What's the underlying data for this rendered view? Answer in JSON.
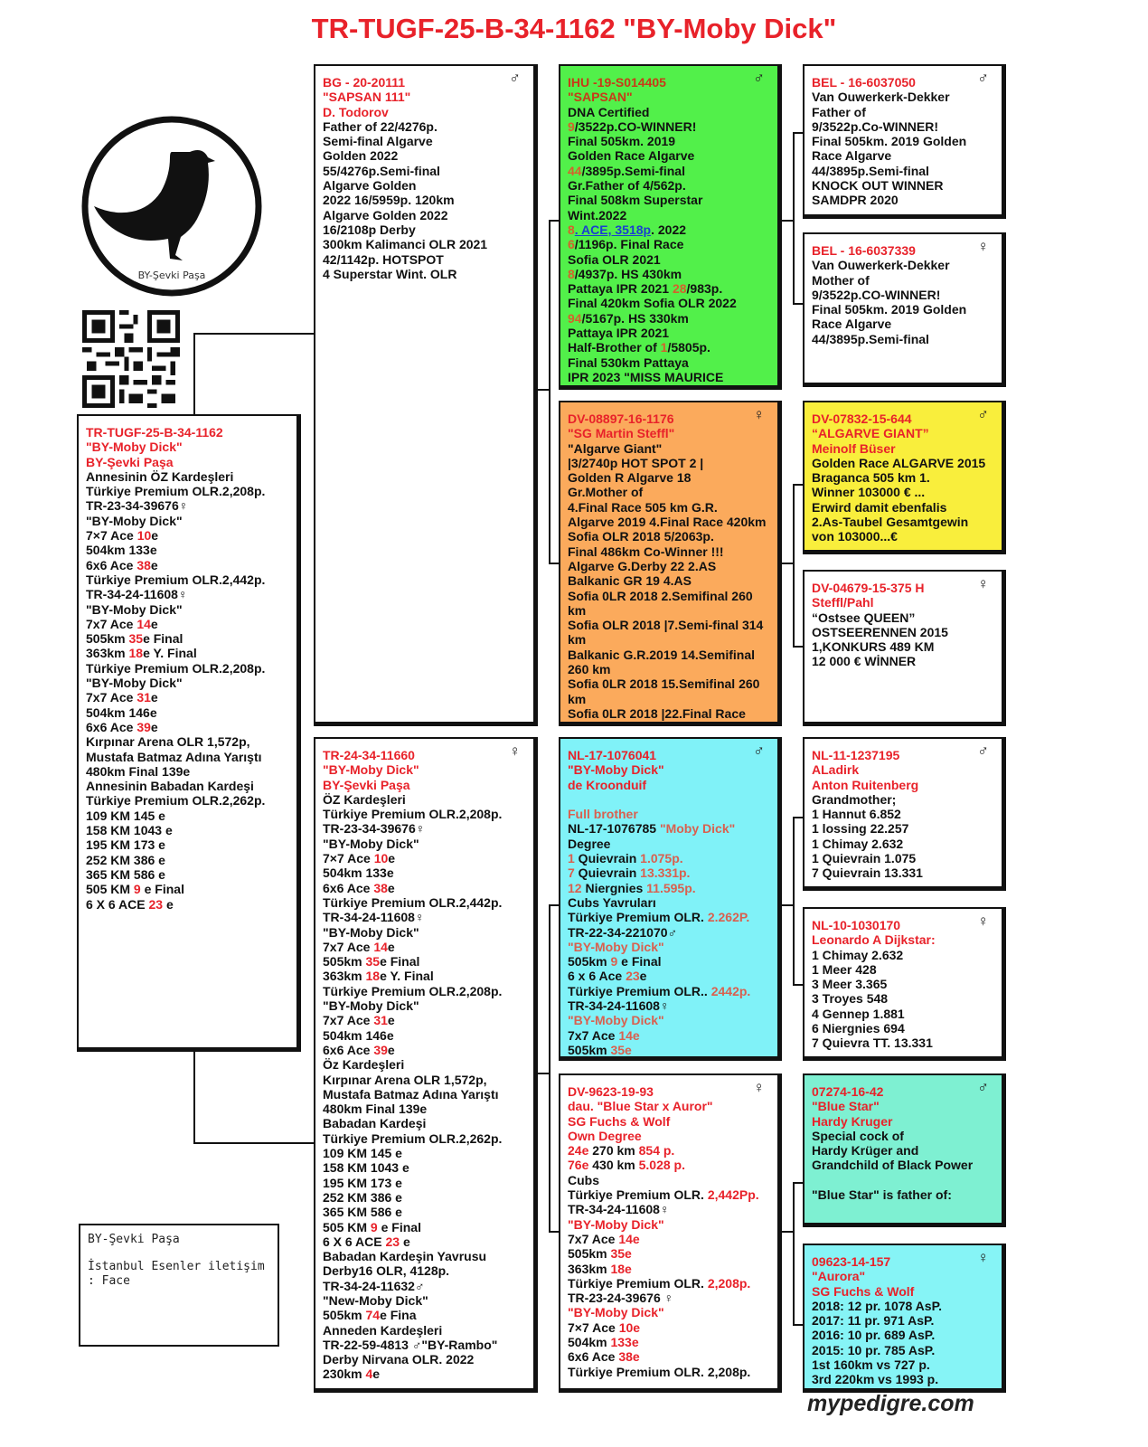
{
  "title": "TR-TUGF-25-B-34-1162  \"BY-Moby Dick\"",
  "logo_text": "BY-Şevki Paşa",
  "info_box": {
    "line1": "BY-Şevki Paşa",
    "line2": "İstanbul Esenler iletişim",
    "line3": ": Face"
  },
  "footer": "mypedigre.com",
  "colors": {
    "red": "#e8222a",
    "green": "#52f04a",
    "orange": "#fbaa5c",
    "cyan": "#80f2f8",
    "yellow": "#f9ee3c",
    "mint": "#7ef0d2"
  },
  "boxes": [
    {
      "id": "subject",
      "sex": "",
      "header": [
        "TR-TUGF-25-B-34-1162",
        "\"BY-Moby Dick\"",
        "BY-Şevki Paşa"
      ],
      "lines": [
        "Annesinin ÖZ Kardeşleri",
        "Türkiye Premium OLR.2,208p.",
        "TR-23-34-39676♀",
        "\"BY-Moby Dick\"",
        [
          "7×7 Ace ",
          {
            "r": "10"
          },
          "e"
        ],
        "504km    133e",
        [
          "6x6 Ace  ",
          {
            "r": "38"
          },
          "e"
        ],
        "Türkiye Premium OLR.2,442p.",
        "TR-34-24-11608♀",
        "\"BY-Moby Dick\"",
        [
          "7x7 Ace ",
          {
            "r": "14"
          },
          "e"
        ],
        [
          "505km    ",
          {
            "r": "35"
          },
          "e Final"
        ],
        [
          "363km    ",
          {
            "r": "18"
          },
          "e Y. Final"
        ],
        "Türkiye Premium OLR.2,208p.",
        "\"BY-Moby Dick\"",
        [
          "7x7 Ace ",
          {
            "r": "31"
          },
          "e"
        ],
        "504km   146e",
        [
          "6x6 Ace ",
          {
            "r": "39"
          },
          "e"
        ],
        "Kırpınar Arena OLR 1,572p,",
        "Mustafa Batmaz Adına Yarıştı",
        "480km Final 139e",
        "Annesinin Babadan Kardeşi",
        "Türkiye Premium OLR.2,262p.",
        "109 KM 145 e",
        "158 KM 1043 e",
        "195 KM 173 e",
        "252 KM 386 e",
        "365 KM 586 e",
        [
          "505 KM  ",
          {
            "r": "9"
          },
          " e Final"
        ],
        [
          "6 X 6 ACE  ",
          {
            "r": "23"
          },
          " e"
        ]
      ]
    },
    {
      "id": "sire",
      "sex": "♂",
      "header": [
        "BG - 20-20111",
        "\"SAPSAN 111\"",
        "D. Todorov"
      ],
      "lines": [
        "Father of 22/4276p.",
        "Semi-final Algarve",
        "Golden 2022",
        "55/4276p.Semi-final",
        "Algarve Golden",
        "2022 16/5959p. 120km",
        "Algarve Golden 2022",
        "16/2108p Derby",
        "300km Kalimanci OLR 2021",
        "42/1142p. HOTSPOT",
        "4 Superstar Wint. OLR"
      ]
    },
    {
      "id": "dam",
      "sex": "♀",
      "header": [
        "TR-24-34-11660",
        "\"BY-Moby Dick\"",
        "BY-Şevki Paşa"
      ],
      "lines": [
        "ÖZ Kardeşleri",
        "Türkiye Premium OLR.2,208p.",
        "TR-23-34-39676♀",
        "\"BY-Moby Dick\"",
        [
          "7×7 Ace ",
          {
            "r": "10"
          },
          "e"
        ],
        "504km    133e",
        [
          "6x6 Ace  ",
          {
            "r": "38"
          },
          "e"
        ],
        "Türkiye Premium OLR.2,442p.",
        "TR-34-24-11608♀",
        "\"BY-Moby Dick\"",
        [
          "7x7 Ace ",
          {
            "r": "14"
          },
          "e"
        ],
        [
          "505km    ",
          {
            "r": "35"
          },
          "e Final"
        ],
        [
          "363km    ",
          {
            "r": "18"
          },
          "e Y. Final"
        ],
        "Türkiye Premium OLR.2,208p.",
        "\"BY-Moby Dick\"",
        [
          "7x7 Ace ",
          {
            "r": "31"
          },
          "e"
        ],
        "504km   146e",
        [
          "6x6 Ace ",
          {
            "r": "39"
          },
          "e"
        ],
        "Öz Kardeşleri",
        "Kırpınar Arena OLR 1,572p,",
        "Mustafa Batmaz Adına Yarıştı",
        "480km Final 139e",
        "Babadan Kardeşi",
        "Türkiye Premium OLR.2,262p.",
        "109 KM 145 e",
        "158 KM 1043 e",
        "195 KM 173 e",
        "252 KM 386 e",
        "365 KM 586 e",
        [
          "505 KM  ",
          {
            "r": "9"
          },
          " e Final"
        ],
        [
          "6 X 6 ACE  ",
          {
            "r": "23"
          },
          " e"
        ],
        "Babadan Kardeşin Yavrusu",
        "Derby16 OLR, 4128p.",
        "TR-34-24-11632♂",
        "\"New-Moby Dick\"",
        [
          "505km ",
          {
            "r": "74"
          },
          "e Fina"
        ],
        "Anneden Kardeşleri",
        "TR-22-59-4813 ♂\"BY-Rambo\"",
        "Derby Nirvana OLR. 2022",
        [
          "230km ",
          {
            "r": "4"
          },
          "e"
        ]
      ]
    },
    {
      "id": "ss",
      "sex": "♂",
      "header": [
        "IHU -19-S014405",
        "\"SAPSAN\""
      ],
      "lines": [
        "DNA Certified",
        [
          {
            "r": "9"
          },
          "/3522p.CO-WINNER!"
        ],
        "Final 505km. 2019",
        "Golden Race Algarve",
        [
          {
            "r": "44"
          },
          "/3895p.Semi-final"
        ],
        "Gr.Father of 4/562p.",
        "Final 508km Superstar",
        "Wint.2022",
        [
          {
            "r": "8"
          },
          {
            "l": ". ACE, 3518p"
          },
          ". 2022"
        ],
        [
          {
            "r": "6"
          },
          "/1196p. Final Race"
        ],
        "Sofia OLR 2021",
        [
          {
            "r": "8"
          },
          "/4937p. HS 430km"
        ],
        [
          "Pattaya IPR 2021 ",
          {
            "r": "28"
          },
          "/983p."
        ],
        "Final 420km Sofia OLR 2022",
        [
          {
            "r": "94"
          },
          "/5167p. HS 330km"
        ],
        "Pattaya IPR 2021",
        [
          "Half-Brother of ",
          {
            "r": "1"
          },
          "/5805p."
        ],
        "Final 530km Pattaya",
        "IPR 2023 \"MISS MAURICE"
      ]
    },
    {
      "id": "sd",
      "sex": "♀",
      "header": [
        "DV-08897-16-1176",
        "\"SG Martin Steffl\""
      ],
      "lines": [
        "\"Algarve Giant\"",
        "|3/2740p HOT SPOT 2 |",
        "Golden R Algarve 18",
        "Gr.Mother of",
        "4.Final Race 505 km G.R.",
        "Algarve 2019 4.Final Race 420km",
        "Sofia OLR 2018 5/2063p.",
        "Final 486km Co-Winner !!!",
        "Algarve G.Derby 22 2.AS",
        "Balkanic GR 19 4.AS",
        "Sofia 0LR 2018 2.Semifinal 260",
        "km",
        "Sofia OLR 2018 |7.Semi-final 314",
        "km",
        "Balkanic G.R.2019 14.Semifinal",
        "260 km",
        "Sofia 0LR 2018 15.Semifinal 260",
        "km",
        "Sofia 0LR 2018 |22.Final Race"
      ]
    },
    {
      "id": "ds",
      "sex": "♂",
      "header": [
        "NL-17-1076041",
        "\"BY-Moby Dick\"",
        "de Kroonduif"
      ],
      "lines": [
        "",
        [
          {
            "r": "Full brother"
          }
        ],
        [
          "NL-17-1076785 ",
          {
            "r": "\"Moby Dick\""
          }
        ],
        "Degree",
        [
          {
            "r": "1"
          },
          " Quievrain  ",
          {
            "r": "1.075p."
          }
        ],
        [
          {
            "r": "7"
          },
          " Quievrain  ",
          {
            "r": "13.331p."
          }
        ],
        [
          {
            "r": "12"
          },
          " Niergnies ",
          {
            "r": "11.595p."
          }
        ],
        "Cubs Yavruları",
        [
          "Türkiye Premium OLR. ",
          {
            "r": "2.262P."
          }
        ],
        "TR-22-34-221070♂",
        [
          {
            "r": "\"BY-Moby Dick\""
          }
        ],
        [
          "505km      ",
          {
            "r": "9"
          },
          " e Final"
        ],
        [
          "6 x 6 Ace ",
          {
            "r": "23"
          },
          "e"
        ],
        [
          "Türkiye Premium OLR.. ",
          {
            "r": "2442p."
          }
        ],
        "TR-34-24-11608♀",
        [
          {
            "r": "\"BY-Moby Dick\""
          }
        ],
        [
          "7x7 Ace ",
          {
            "r": "14e"
          }
        ],
        [
          "505km   ",
          {
            "r": "35e"
          }
        ]
      ]
    },
    {
      "id": "dd",
      "sex": "♀",
      "header": [
        "DV-9623-19-93",
        "dau. \"Blue Star x Auror\"",
        "SG Fuchs & Wolf"
      ],
      "lines": [
        [
          {
            "r": "Own Degree"
          }
        ],
        [
          {
            "r": "24e"
          },
          " 270 km ",
          {
            "r": "854 p."
          }
        ],
        [
          {
            "r": "76e"
          },
          " 430 km ",
          {
            "r": "5.028 p."
          }
        ],
        "Cubs",
        [
          "Türkiye Premium OLR. ",
          {
            "r": "2,442Pp."
          }
        ],
        "TR-34-24-11608♀",
        [
          {
            "r": "\"BY-Moby Dick\""
          }
        ],
        [
          "7x7 Ace ",
          {
            "r": "14e"
          }
        ],
        [
          "505km   ",
          {
            "r": "35e"
          }
        ],
        [
          "363km   ",
          {
            "r": "18e"
          }
        ],
        [
          "Türkiye Premium OLR. ",
          {
            "r": "2,208p."
          }
        ],
        "TR-23-24-39676 ♀",
        [
          {
            "r": "\"BY-Moby Dick\""
          }
        ],
        [
          "7×7 Ace ",
          {
            "r": "10e"
          }
        ],
        [
          "504km    ",
          {
            "r": "133e"
          }
        ],
        [
          "6x6 Ace  ",
          {
            "r": "38e"
          }
        ],
        "Türkiye Premium OLR. 2,208p."
      ]
    },
    {
      "id": "sss",
      "sex": "♂",
      "header": [
        "BEL - 16-6037050"
      ],
      "lines": [
        "Van Ouwerkerk-Dekker",
        "Father of",
        "9/3522p.Co-WINNER!",
        "Final 505km. 2019 Golden",
        "Race Algarve",
        "44/3895p.Semi-final",
        "KNOCK OUT WINNER",
        "SAMDPR 2020"
      ]
    },
    {
      "id": "ssd",
      "sex": "♀",
      "header": [
        "BEL - 16-6037339"
      ],
      "lines": [
        "Van Ouwerkerk-Dekker",
        "Mother of",
        "9/3522p.CO-WINNER!",
        "Final 505km. 2019 Golden",
        "Race Algarve",
        "44/3895p.Semi-final"
      ]
    },
    {
      "id": "sds",
      "sex": "♂",
      "header": [
        "DV-07832-15-644",
        "“ALGARVE GIANT”",
        "Meinolf Büser"
      ],
      "lines": [
        "Golden Race ALGARVE 2015",
        "Braganca 505 km 1.",
        "Winner 103000 € ...",
        "Erwird damit ebenfalis",
        "2.As-Taubel Gesamtgewin",
        "von 103000...€"
      ]
    },
    {
      "id": "sdd",
      "sex": "♀",
      "header": [
        "DV-04679-15-375 H",
        "Steffl/Pahl"
      ],
      "lines": [
        "“Ostsee QUEEN”",
        "OSTSEERENNEN 2015",
        "1,KONKURS 489 KM",
        "12 000 € WİNNER"
      ]
    },
    {
      "id": "dss",
      "sex": "♂",
      "header": [
        "NL-11-1237195",
        "ALadirk",
        "Anton Ruitenberg"
      ],
      "lines": [
        "Grandmother;",
        "1 Hannut      6.852",
        "1 lossing    22.257",
        "1 Chimay       2.632",
        "1 Quievrain   1.075",
        "7 Quievrain  13.331"
      ]
    },
    {
      "id": "dsd",
      "sex": "♀",
      "header": [
        "NL-10-1030170",
        "Leonardo A Dijkstar:"
      ],
      "lines": [
        "1 Chimay        2.632",
        "1 Meer           428",
        "3 Meer           3.365",
        "3 Troyes          548",
        "4 Gennep        1.881",
        "6 Niergnies      694",
        "7 Quievra TT.  13.331"
      ]
    },
    {
      "id": "dds",
      "sex": "♂",
      "header": [
        "07274-16-42",
        "\"Blue Star\"",
        "Hardy Kruger"
      ],
      "lines": [
        "Special cock of",
        "Hardy Krüger and",
        "Grandchild of Black Power",
        "",
        "\"Blue Star\" is father of:"
      ]
    },
    {
      "id": "ddd",
      "sex": "♀",
      "header": [
        "09623-14-157",
        "\"Aurora\"",
        "SG Fuchs & Wolf"
      ],
      "lines": [
        "2018: 12 pr. 1078 AsP.",
        "2017: 11 pr. 971  AsP.",
        "2016: 10 pr. 689  AsP.",
        "2015: 10 pr. 785  AsP.",
        "1st 160km  vs   727 p.",
        "3rd 220km  vs 1993  p."
      ]
    }
  ]
}
